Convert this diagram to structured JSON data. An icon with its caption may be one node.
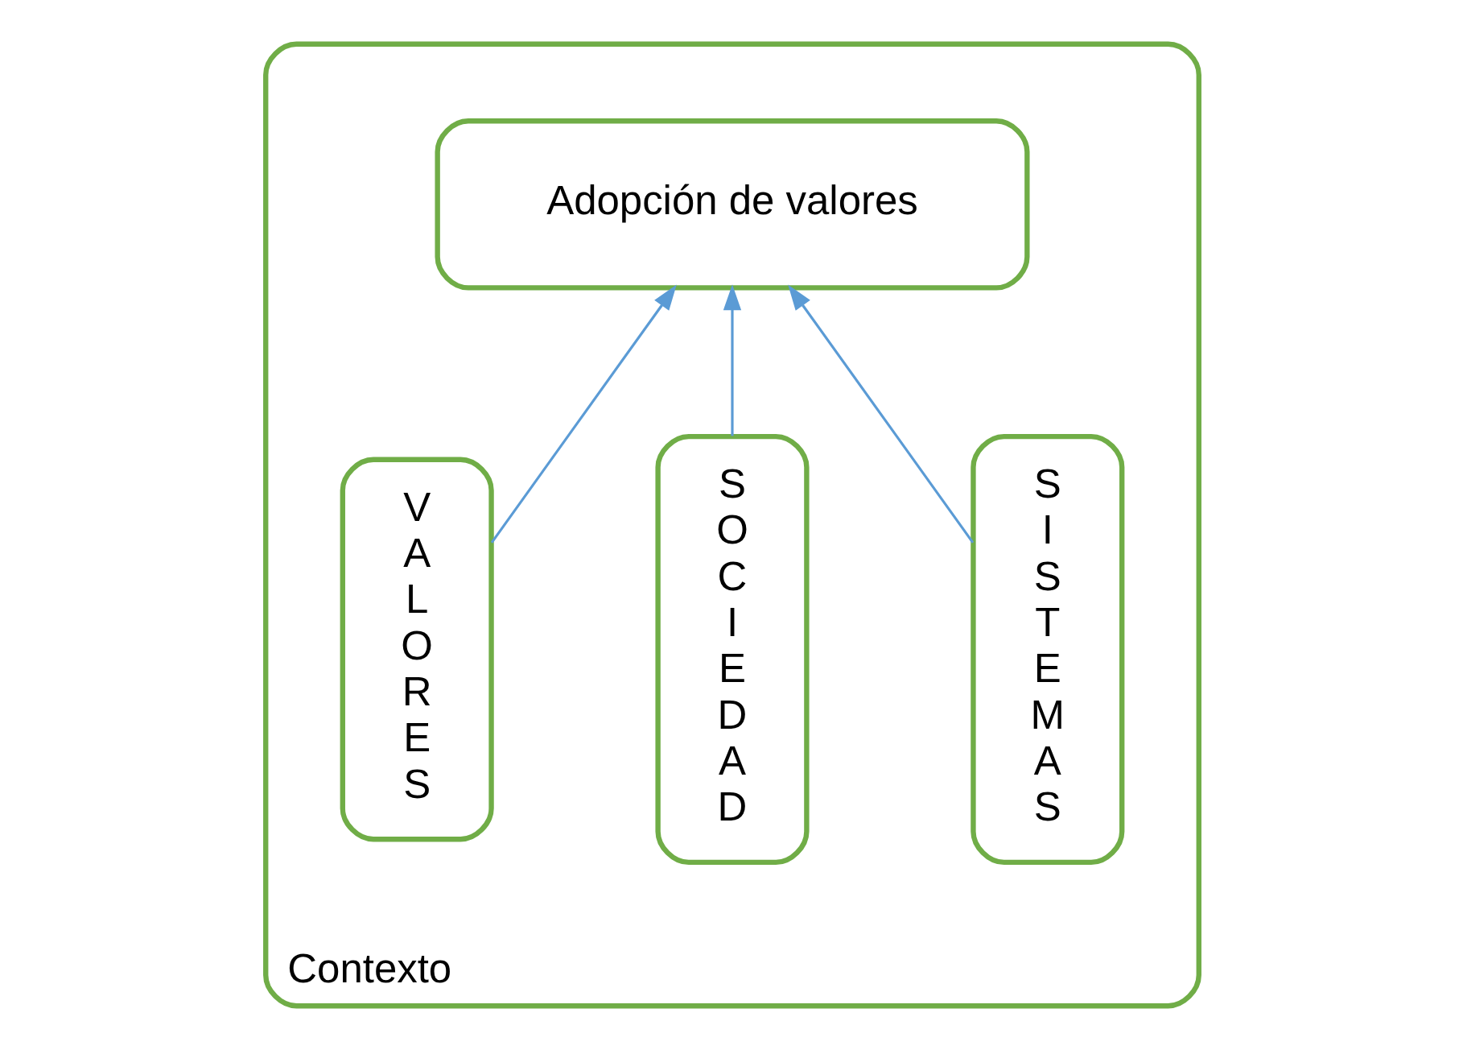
{
  "diagram": {
    "nodes": [
      {
        "text": [
          "Contexto"
        ]
      },
      {
        "text": [
          "Adopción de valores"
        ],
        "in": 0
      },
      {
        "text": [
          "S I S T E M A S"
        ],
        "in": 0
      },
      {
        "text": [
          "S O C I E D A D"
        ],
        "in": 0
      },
      {
        "text": [
          "V A L O R E S"
        ],
        "in": 0
      }
    ],
    "edges": [
      {
        "from": 2,
        "to": 1,
        "arrow": "to",
        "color": "#5b9bd5"
      },
      {
        "from": 3,
        "to": 1,
        "arrow": "to",
        "color": "#5b9bd5"
      },
      {
        "from": 4,
        "to": 1,
        "arrow": "to",
        "color": "#5b9bd5"
      }
    ]
  }
}
